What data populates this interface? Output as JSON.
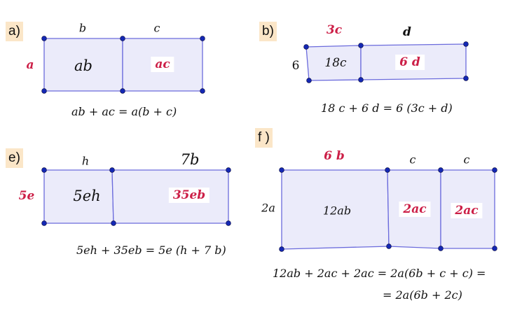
{
  "colors": {
    "fill": "#ebebfa",
    "stroke": "#6b6bdc",
    "point": "#1428b4",
    "accent": "#cc1f47",
    "tag_bg": "#fbe6c8"
  },
  "panel_a": {
    "tag": "a)",
    "top1": "b",
    "top2": "c",
    "side": "a",
    "area1": "ab",
    "area2": "ac",
    "equation": "ab + ac = a(b + c)"
  },
  "panel_b": {
    "tag": "b)",
    "top1": "3c",
    "top2": "d",
    "side": "6",
    "area1": "18c",
    "area2": "6 d",
    "equation": "18 c + 6 d = 6 (3c + d)"
  },
  "panel_e": {
    "tag": "e)",
    "top1": "h",
    "top2": "7b",
    "side": "5e",
    "area1": "5eh",
    "area2": "35eb",
    "equation": "5eh + 35eb = 5e (h + 7 b)"
  },
  "panel_f": {
    "tag": "f )",
    "top1": "6 b",
    "top2": "c",
    "top3": "c",
    "side": "2a",
    "area1": "12ab",
    "area2": "2ac",
    "area3": "2ac",
    "equation1": "12ab + 2ac + 2ac = 2a(6b + c + c) =",
    "equation2": "= 2a(6b + 2c)"
  }
}
